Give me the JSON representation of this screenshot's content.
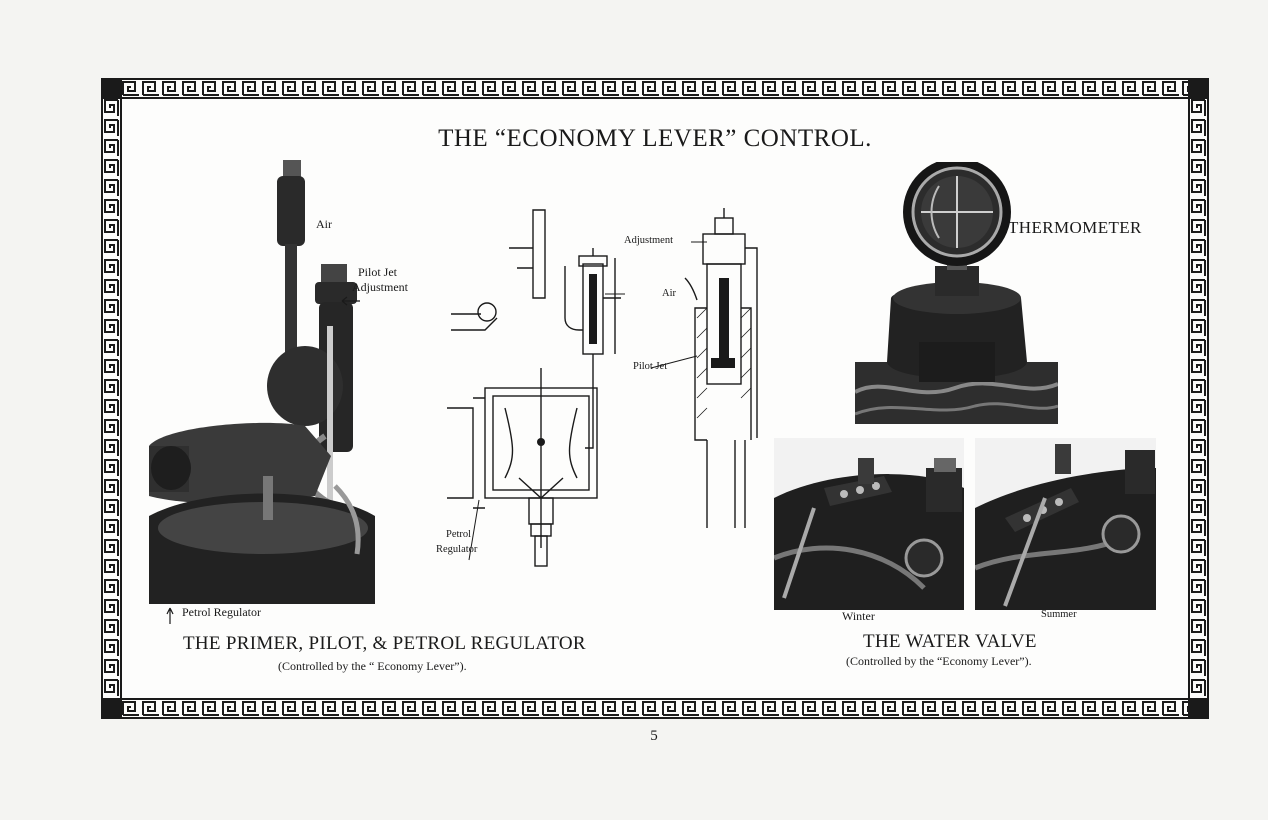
{
  "page": {
    "title": "THE “ECONOMY LEVER” CONTROL.",
    "page_number": "5"
  },
  "left_figure": {
    "labels": {
      "air": "Air",
      "pilot_jet_adjustment_1": "Pilot Jet",
      "pilot_jet_adjustment_2": "Adjustment",
      "petrol_regulator": "Petrol Regulator"
    },
    "caption_title": "THE PRIMER, PILOT, & PETROL REGULATOR",
    "caption_sub": "(Controlled by the “ Economy Lever”)."
  },
  "center_diagram": {
    "labels": {
      "adjustment": "Adjustment",
      "air": "Air",
      "pilot_jet": "Pilot Jet",
      "petrol_1": "Petrol",
      "petrol_2": "Regulator"
    }
  },
  "thermometer": {
    "label": "THERMOMETER"
  },
  "water_valve": {
    "winter_label": "Winter",
    "summer_label": "Summer",
    "caption_title": "THE WATER VALVE",
    "caption_sub": "(Controlled by the “Economy Lever”)."
  },
  "colors": {
    "ink": "#1a1a1a",
    "paper": "#fbfbfa",
    "photo_dark": "#2a2a2a"
  }
}
